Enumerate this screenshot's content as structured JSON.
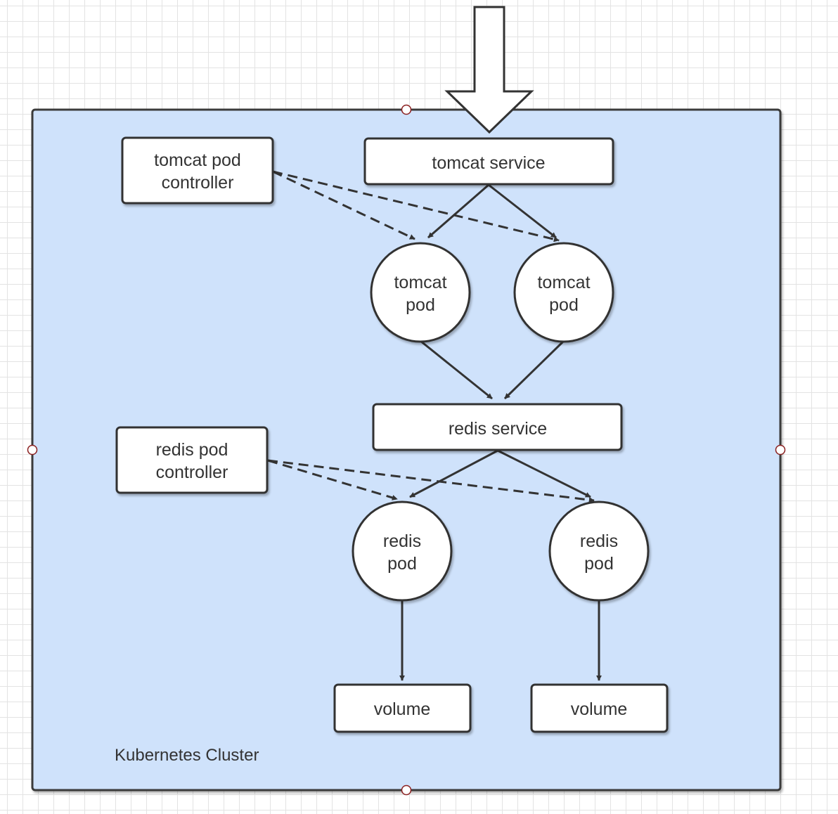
{
  "cluster": {
    "label": "Kubernetes Cluster",
    "fill": "#cfe2fb",
    "stroke": "#3a3a3a"
  },
  "tomcat": {
    "service_label": "tomcat service",
    "controller_label_line1": "tomcat pod",
    "controller_label_line2": "controller",
    "pod1_label_line1": "tomcat",
    "pod1_label_line2": "pod",
    "pod2_label_line1": "tomcat",
    "pod2_label_line2": "pod"
  },
  "redis": {
    "service_label": "redis service",
    "controller_label_line1": "redis pod",
    "controller_label_line2": "controller",
    "pod1_label_line1": "redis",
    "pod1_label_line2": "pod",
    "pod2_label_line1": "redis",
    "pod2_label_line2": "pod"
  },
  "volumes": {
    "volume1_label": "volume",
    "volume2_label": "volume"
  },
  "colors": {
    "node_fill": "#ffffff",
    "stroke": "#333333",
    "handle_stroke": "#8b2020",
    "grid": "#e3e3e3"
  }
}
